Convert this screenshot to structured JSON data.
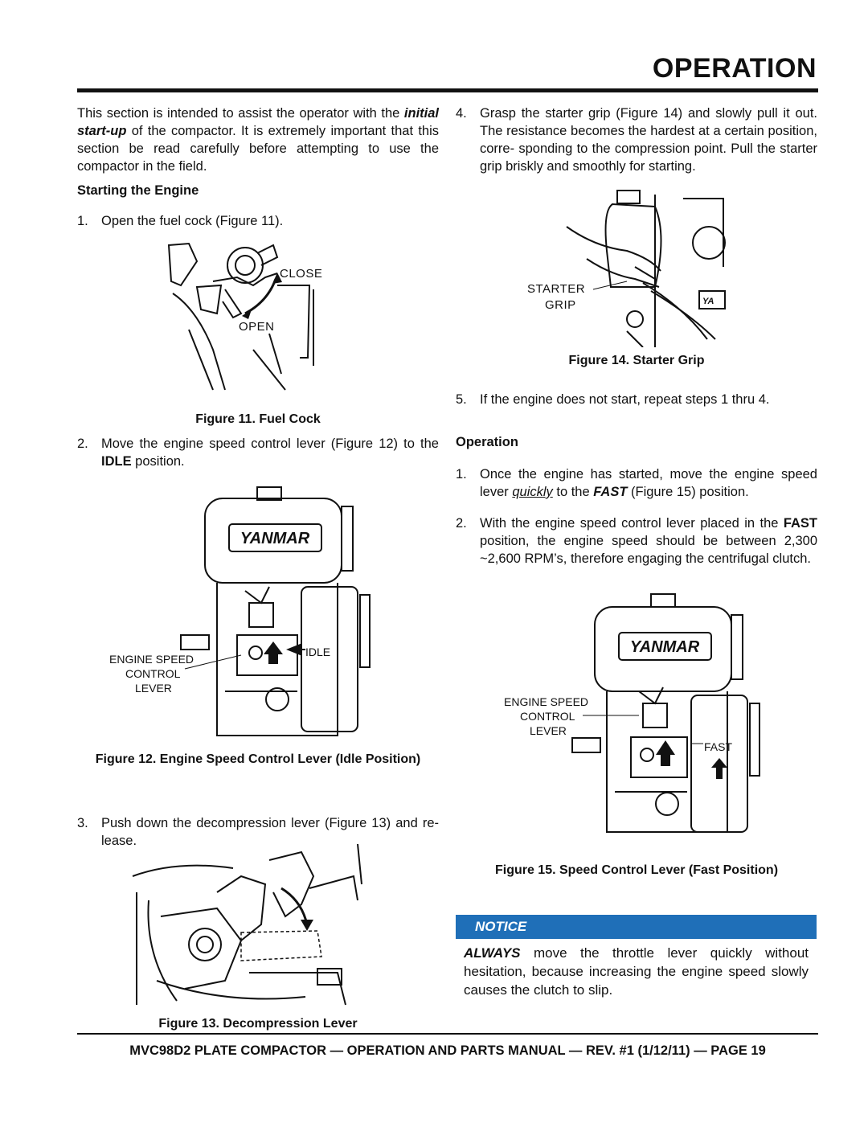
{
  "header": {
    "title": "OPERATION"
  },
  "intro": {
    "text_1": "This section is intended to assist the operator with the ",
    "em_1": "initial start-up",
    "text_2": " of the compactor.  It is extremely important that this section be read carefully before attempting to use the compactor in the field."
  },
  "starting": {
    "heading": "Starting the Engine",
    "step1_num": "1.",
    "step1_text": "Open the fuel cock (Figure 11).",
    "fig11_close": "CLOSE",
    "fig11_open": "OPEN",
    "fig11_caption": "Figure  11.  Fuel Cock",
    "step2_num": "2.",
    "step2_text": "Move the engine speed control lever (Figure 12) to the ",
    "step2_bold": "IDLE",
    "step2_tail": " position.",
    "fig12_brand": "YANMAR",
    "fig12_lbl1": "ENGINE SPEED",
    "fig12_lbl2": "CONTROL",
    "fig12_lbl3": "LEVER",
    "fig12_idle": "IDLE",
    "fig12_caption": "Figure 12.  Engine Speed Control Lever (Idle Position)",
    "step3_num": "3.",
    "step3_text": "Push down the decompression lever  (Figure 13) and re- lease.",
    "fig13_caption": "Figure  13.  Decompression Lever"
  },
  "right": {
    "step4_num": "4.",
    "step4_text": "Grasp the starter grip (Figure 14) and slowly pull it out. The resistance becomes the hardest at a certain position, corre- sponding to the compression point. Pull the starter grip briskly and smoothly for starting.",
    "fig14_lbl1": "STARTER",
    "fig14_lbl2": "GRIP",
    "fig14_caption": "Figure 14. Starter Grip",
    "step5_num": "5.",
    "step5_text": "If the engine does not start, repeat steps 1 thru 4.",
    "operation_heading": "Operation",
    "op1_num": "1.",
    "op1_text_a": "Once the engine has started,  move the engine speed lever ",
    "op1_u": "quickly",
    "op1_text_b": " to the ",
    "op1_fast": "FAST",
    "op1_text_c": " (Figure 15) position.",
    "op2_num": "2.",
    "op2_text_a": "With the engine speed control lever placed in the ",
    "op2_fast": "FAST",
    "op2_text_b": " position, the engine speed should be between 2,300 ~2,600 RPM’s, therefore engaging the centrifugal clutch.",
    "fig15_brand": "YANMAR",
    "fig15_lbl1": "ENGINE SPEED",
    "fig15_lbl2": "CONTROL",
    "fig15_lbl3": "LEVER",
    "fig15_fast": "FAST",
    "fig15_caption": "Figure 15.  Speed Control Lever (Fast Position)"
  },
  "notice": {
    "heading": "NOTICE",
    "bold_word": "ALWAYS",
    "text": " move the throttle lever quickly without hesitation, because increasing the engine speed slowly causes the clutch to slip.",
    "header_color": "#1f6fb8"
  },
  "footer": {
    "text": "MVC98D2 PLATE COMPACTOR — OPERATION AND PARTS MANUAL —  REV. #1 (1/12/11) — PAGE 19"
  }
}
